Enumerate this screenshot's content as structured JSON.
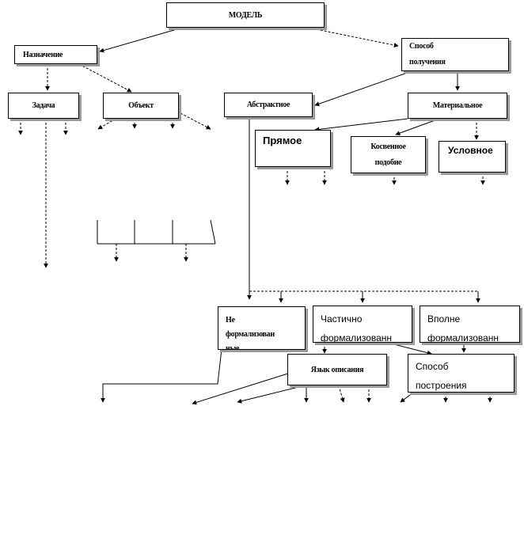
{
  "diagram": {
    "nodes": {
      "model": "МОДЕЛЬ",
      "purpose": "Назначение",
      "method": "Способ",
      "method_tail": "получения",
      "task": "Задача",
      "object": "Объект",
      "abstract": "Абстрактное",
      "material": "Материальное",
      "direct": "Прямое",
      "indirect_line1": "Косвенное",
      "indirect_line2": "подобие",
      "conditional": "Условное",
      "nonformal_line1": "Не",
      "nonformal_line2": "формализован",
      "nonformal_line3": "ные",
      "partial_line1": "Частично",
      "partial_line2": "формализованн",
      "full_line1": "Вполне",
      "full_line2": "формализованн",
      "desc_language": "Язык описания",
      "build_line1": "Способ",
      "build_line2": "построения"
    }
  }
}
